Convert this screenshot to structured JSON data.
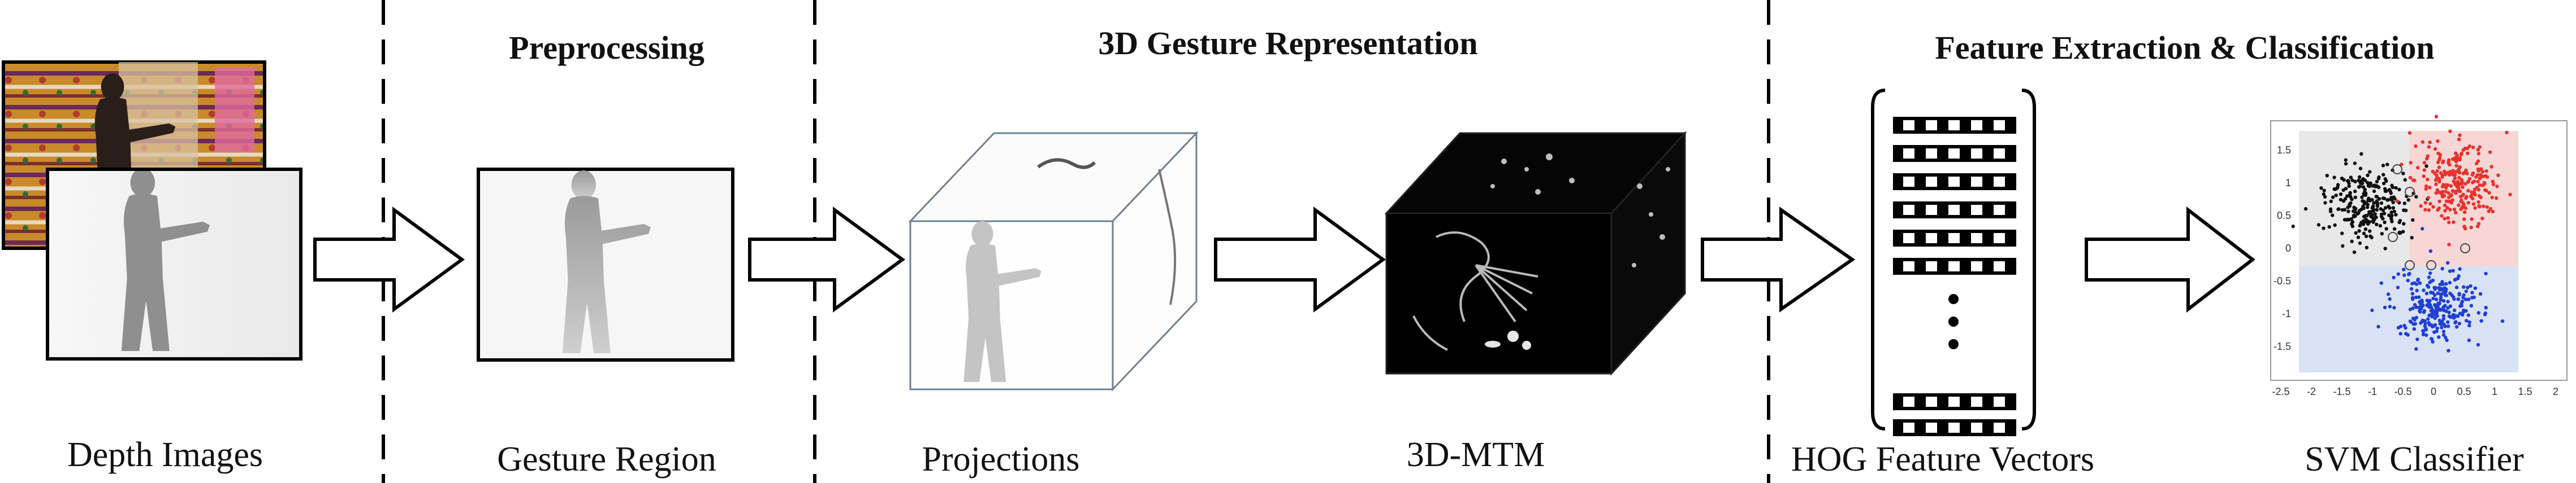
{
  "sections": {
    "preprocessing": "Preprocessing",
    "representation": "3D Gesture Representation",
    "classification": "Feature Extraction & Classification"
  },
  "labels": {
    "depth_images": "Depth Images",
    "gesture_region": "Gesture Region",
    "projections": "Projections",
    "mtm": "3D-MTM",
    "hog": "HOG Feature Vectors",
    "svm": "SVM Classifier"
  },
  "svm_plot": {
    "x_ticks": [
      "-2.5",
      "-2",
      "-1.5",
      "-1",
      "-0.5",
      "0",
      "0.5",
      "1",
      "1.5",
      "2"
    ],
    "y_ticks": [
      "1.5",
      "1",
      "0.5",
      "0",
      "-0.5",
      "-1",
      "-1.5"
    ],
    "class_colors": [
      "#111111",
      "#e8322b",
      "#1f3fd6"
    ]
  },
  "colors": {
    "stroke": "#000000",
    "region_red": "#f7d6d6",
    "region_blue": "#d9e1f5",
    "region_gray": "#e6e6e6"
  }
}
